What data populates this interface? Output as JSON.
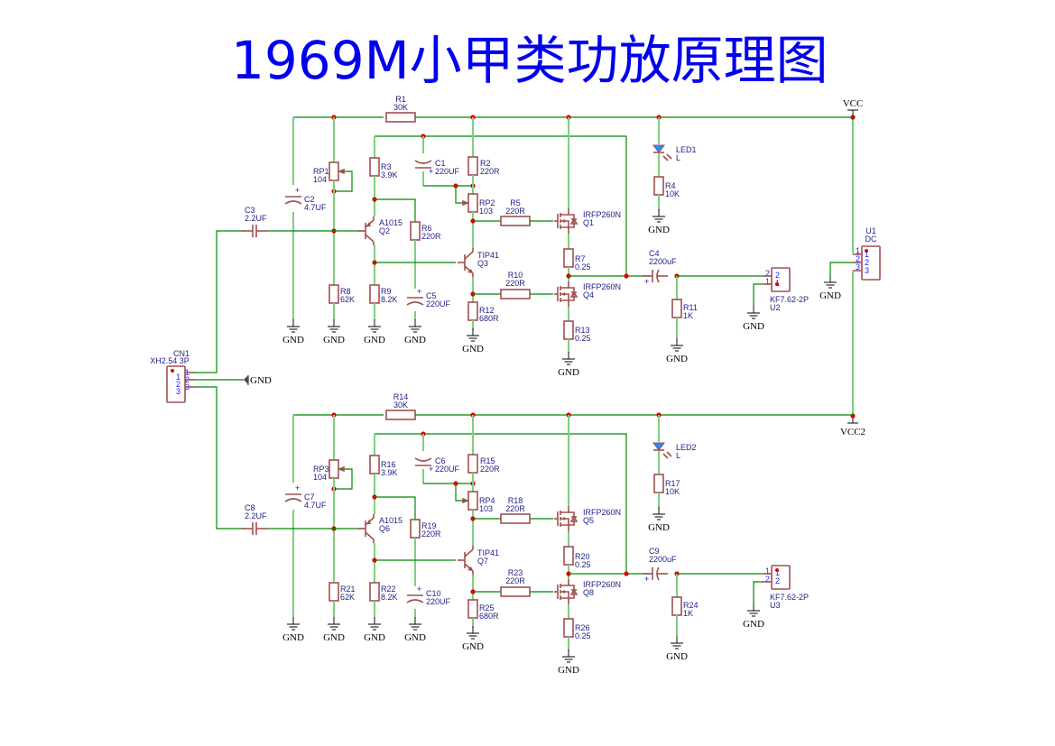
{
  "title": "1969M小甲类功放原理图",
  "nets": {
    "vcc": "VCC",
    "vcc2": "VCC2",
    "gnd": "GND"
  },
  "colors": {
    "title": "#0000ee",
    "wire": "#008800",
    "component": "#a05050",
    "junction": "#dd0000",
    "label": "#22228a",
    "led": "#1e90ff"
  },
  "input_connector": {
    "ref": "CN1",
    "value": "XH2.54 3P",
    "pins": [
      "1",
      "2",
      "3"
    ]
  },
  "power_connector": {
    "ref": "U1",
    "value": "DC",
    "pins": [
      "1",
      "2",
      "3"
    ]
  },
  "channels": [
    {
      "name": "upper",
      "R1": {
        "ref": "R1",
        "value": "30K"
      },
      "RP1": {
        "ref": "RP1",
        "value": "104"
      },
      "C2": {
        "ref": "C2",
        "value": "4.7UF"
      },
      "C3": {
        "ref": "C3",
        "value": "2.2UF"
      },
      "R3": {
        "ref": "R3",
        "value": "3.9K"
      },
      "C1": {
        "ref": "C1",
        "value": "220UF"
      },
      "R2": {
        "ref": "R2",
        "value": "220R"
      },
      "RP2": {
        "ref": "RP2",
        "value": "103"
      },
      "Qpnp": {
        "ref": "Q2",
        "value": "A1015"
      },
      "R6": {
        "ref": "R6",
        "value": "220R"
      },
      "Qnpn": {
        "ref": "Q3",
        "value": "TIP41"
      },
      "R8": {
        "ref": "R8",
        "value": "62K"
      },
      "R9": {
        "ref": "R9",
        "value": "8.2K"
      },
      "C5": {
        "ref": "C5",
        "value": "220UF"
      },
      "R12": {
        "ref": "R12",
        "value": "680R"
      },
      "R5": {
        "ref": "R5",
        "value": "220R"
      },
      "R10": {
        "ref": "R10",
        "value": "220R"
      },
      "Qtop": {
        "ref": "Q1",
        "value": "IRFP260N"
      },
      "Qbot": {
        "ref": "Q4",
        "value": "IRFP260N"
      },
      "R7": {
        "ref": "R7",
        "value": "0.25"
      },
      "R13": {
        "ref": "R13",
        "value": "0.25"
      },
      "LED": {
        "ref": "LED1",
        "value": "L"
      },
      "R4": {
        "ref": "R4",
        "value": "10K"
      },
      "Cout": {
        "ref": "C4",
        "value": "2200uF"
      },
      "R11": {
        "ref": "R11",
        "value": "1K"
      },
      "out": {
        "ref": "U2",
        "value": "KF7.62-2P",
        "pins": [
          "2",
          "1"
        ]
      },
      "supply": "VCC"
    },
    {
      "name": "lower",
      "R1": {
        "ref": "R14",
        "value": "30K"
      },
      "RP1": {
        "ref": "RP3",
        "value": "104"
      },
      "C2": {
        "ref": "C7",
        "value": "4.7UF"
      },
      "C3": {
        "ref": "C8",
        "value": "2.2UF"
      },
      "R3": {
        "ref": "R16",
        "value": "3.9K"
      },
      "C1": {
        "ref": "C6",
        "value": "220UF"
      },
      "R2": {
        "ref": "R15",
        "value": "220R"
      },
      "RP2": {
        "ref": "RP4",
        "value": "103"
      },
      "Qpnp": {
        "ref": "Q6",
        "value": "A1015"
      },
      "R6": {
        "ref": "R19",
        "value": "220R"
      },
      "Qnpn": {
        "ref": "Q7",
        "value": "TIP41"
      },
      "R8": {
        "ref": "R21",
        "value": "62K"
      },
      "R9": {
        "ref": "R22",
        "value": "8.2K"
      },
      "C5": {
        "ref": "C10",
        "value": "220UF"
      },
      "R12": {
        "ref": "R25",
        "value": "680R"
      },
      "R5": {
        "ref": "R18",
        "value": "220R"
      },
      "R10": {
        "ref": "R23",
        "value": "220R"
      },
      "Qtop": {
        "ref": "Q5",
        "value": "IRFP260N"
      },
      "Qbot": {
        "ref": "Q8",
        "value": "IRFP260N"
      },
      "R7": {
        "ref": "R20",
        "value": "0.25"
      },
      "R13": {
        "ref": "R26",
        "value": "0.25"
      },
      "LED": {
        "ref": "LED2",
        "value": "L"
      },
      "R4": {
        "ref": "R17",
        "value": "10K"
      },
      "Cout": {
        "ref": "C9",
        "value": "2200uF"
      },
      "R11": {
        "ref": "R24",
        "value": "1K"
      },
      "out": {
        "ref": "U3",
        "value": "KF7.62-2P",
        "pins": [
          "1",
          "2"
        ]
      },
      "supply": "VCC2"
    }
  ]
}
